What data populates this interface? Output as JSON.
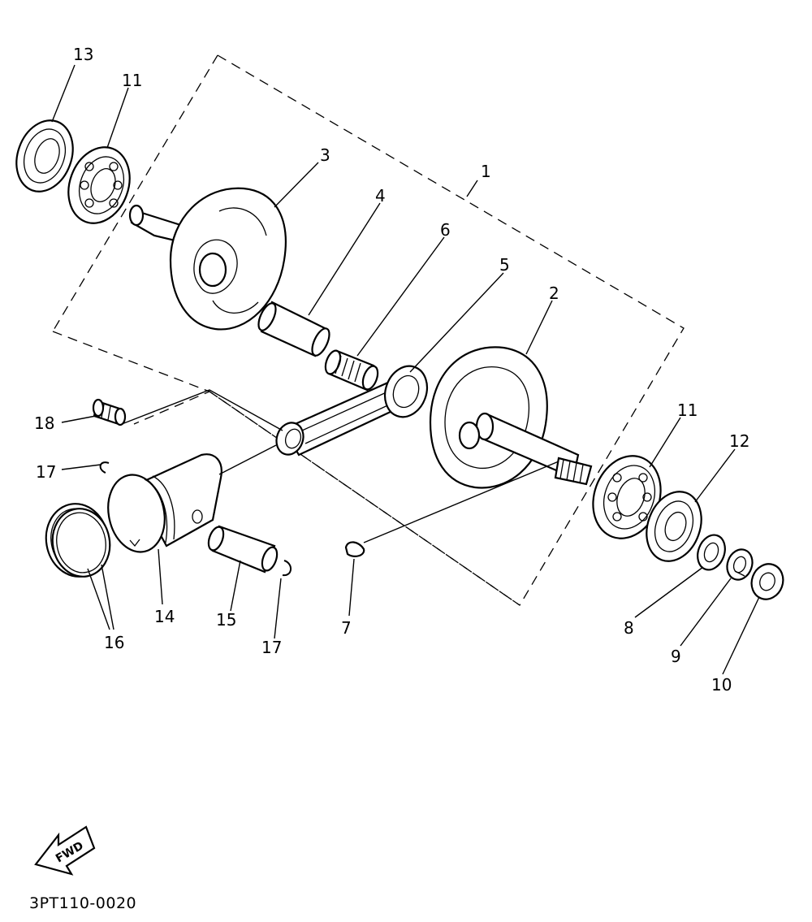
{
  "diagram": {
    "drawing_code": "3PT110-0020",
    "fwd_label": "FWD",
    "callouts": {
      "c1": "1",
      "c2": "2",
      "c3": "3",
      "c4": "4",
      "c5": "5",
      "c6": "6",
      "c7": "7",
      "c8": "8",
      "c9": "9",
      "c10": "10",
      "c11a": "11",
      "c11b": "11",
      "c12": "12",
      "c13": "13",
      "c14": "14",
      "c15": "15",
      "c16": "16",
      "c17a": "17",
      "c17b": "17",
      "c18": "18"
    }
  }
}
